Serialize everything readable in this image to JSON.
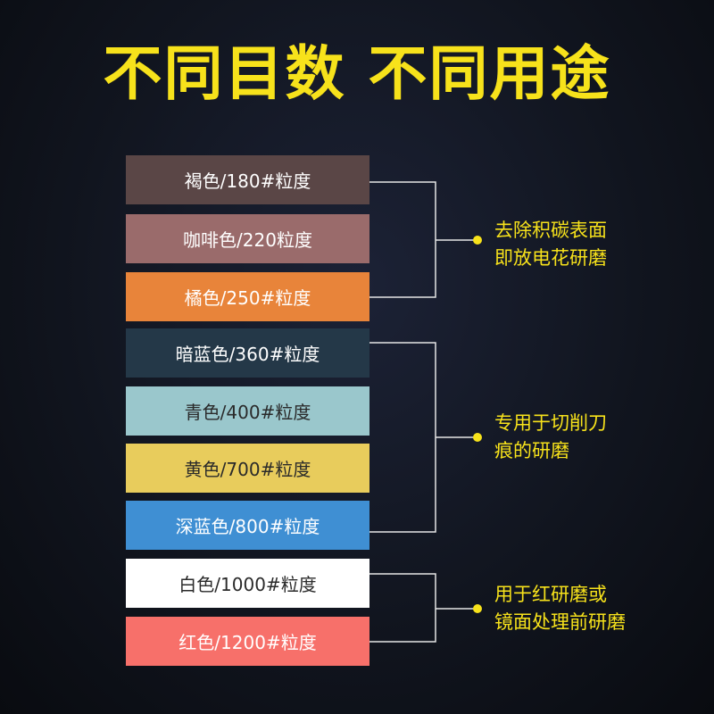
{
  "title": "不同目数 不同用途",
  "swatches": [
    {
      "label": "褐色/180#粒度",
      "color": "#5a4646"
    },
    {
      "label": "咖啡色/220粒度",
      "color": "#9a6b6b"
    },
    {
      "label": "橘色/250#粒度",
      "color": "#e8843a"
    },
    {
      "label": "暗蓝色/360#粒度",
      "color": "#243848"
    },
    {
      "label": "青色/400#粒度",
      "color": "#9ac7cc"
    },
    {
      "label": "黄色/700#粒度",
      "color": "#e8cc5c"
    },
    {
      "label": "深蓝色/800#粒度",
      "color": "#3f8fd3"
    },
    {
      "label": "白色/1000#粒度",
      "color": "#ffffff"
    },
    {
      "label": "红色/1200#粒度",
      "color": "#f7706a"
    }
  ],
  "groups": [
    {
      "line1": "去除积碳表面",
      "line2": "即放电花研磨"
    },
    {
      "line1": "专用于切削刀",
      "line2": "痕的研磨"
    },
    {
      "line1": "用于红研磨或",
      "line2": "镜面处理前研磨"
    }
  ],
  "colors": {
    "accent": "#f7e21b",
    "connector": "#e6e6e6"
  }
}
